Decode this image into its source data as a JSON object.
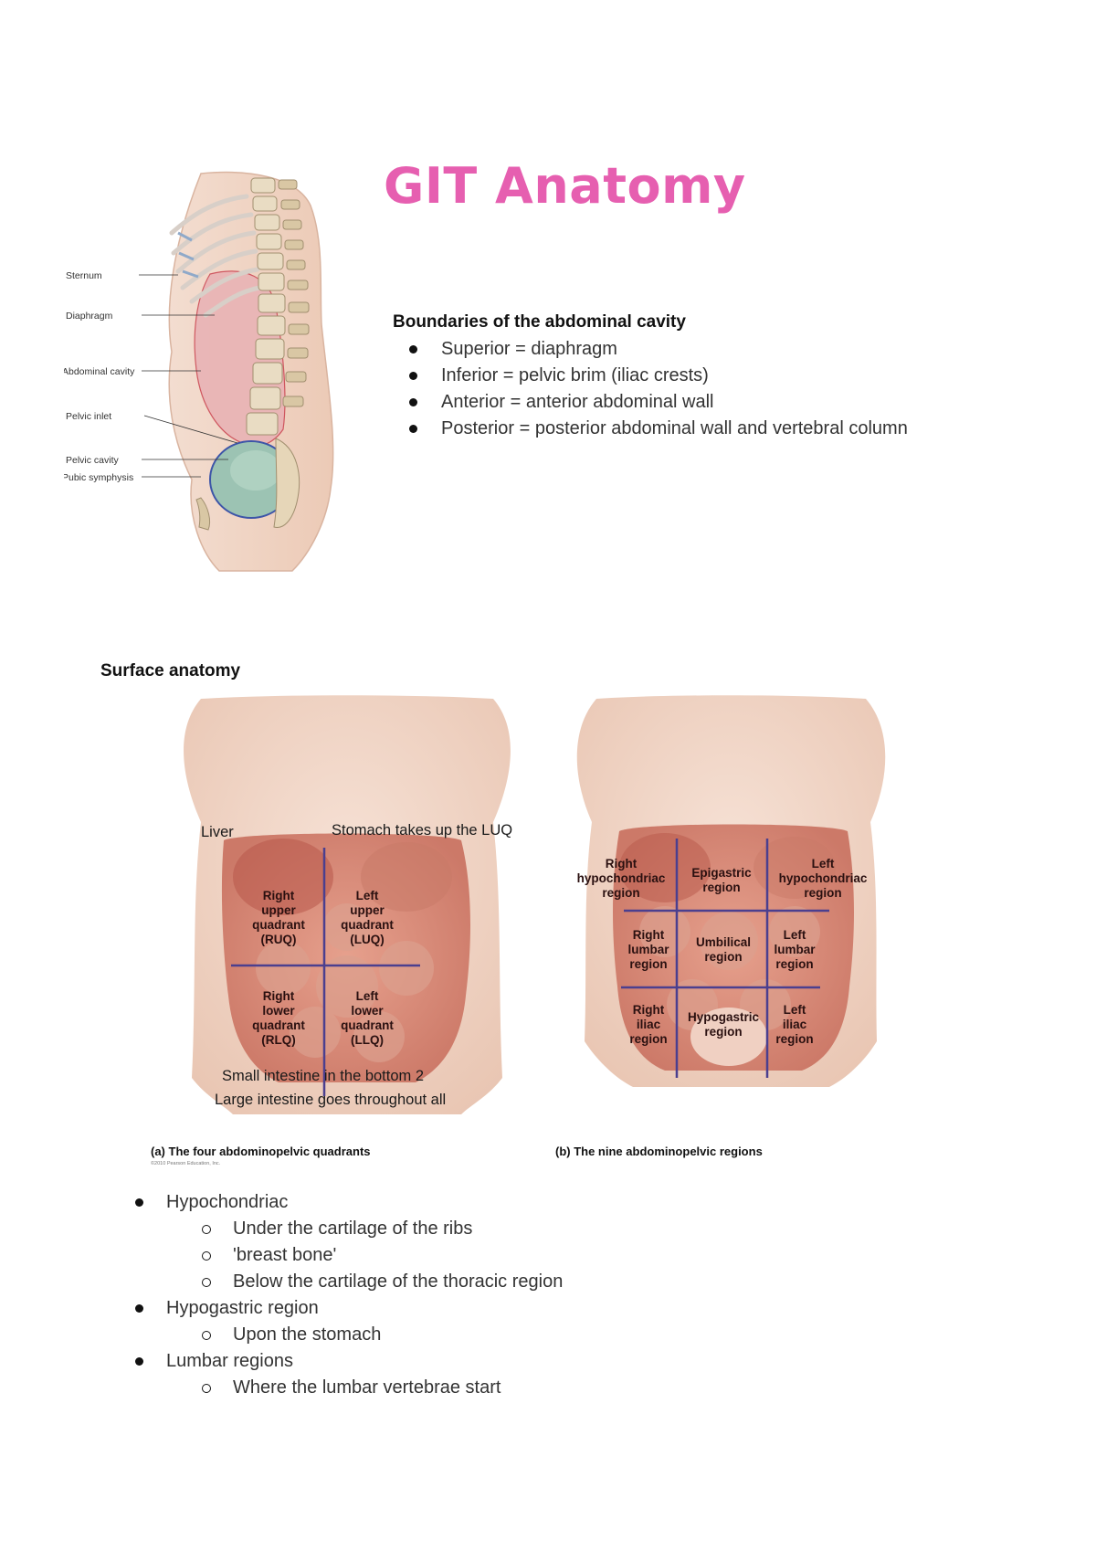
{
  "title": "GIT Anatomy",
  "boundaries": {
    "heading": "Boundaries of the abdominal cavity",
    "items": [
      "Superior = diaphragm",
      "Inferior = pelvic brim (iliac crests)",
      "Anterior = anterior abdominal wall",
      "Posterior = posterior abdominal wall and vertebral column"
    ]
  },
  "lateral_figure": {
    "labels": [
      "Sternum",
      "Diaphragm",
      "Abdominal cavity",
      "Pelvic inlet",
      "Pelvic cavity",
      "Pubic symphysis"
    ]
  },
  "surface": {
    "heading": "Surface anatomy",
    "quadrants": {
      "ruq": [
        "Right",
        "upper",
        "quadrant",
        "(RUQ)"
      ],
      "luq": [
        "Left",
        "upper",
        "quadrant",
        "(LUQ)"
      ],
      "rlq": [
        "Right",
        "lower",
        "quadrant",
        "(RLQ)"
      ],
      "llq": [
        "Left",
        "lower",
        "quadrant",
        "(LLQ)"
      ]
    },
    "annotations": {
      "liver": "Liver",
      "stomach": "Stomach takes up the LUQ",
      "small": "Small intestine in the bottom 2",
      "large": "Large intestine goes throughout all"
    },
    "caption_a": "(a) The four abdominopelvic quadrants",
    "copyright": "©2010 Pearson Education, Inc.",
    "regions": {
      "r_hypo": [
        "Right",
        "hypochondriac",
        "region"
      ],
      "epi": [
        "Epigastric",
        "region"
      ],
      "l_hypo": [
        "Left",
        "hypochondriac",
        "region"
      ],
      "r_lumbar": [
        "Right",
        "lumbar",
        "region"
      ],
      "umb": [
        "Umbilical",
        "region"
      ],
      "l_lumbar": [
        "Left",
        "lumbar",
        "region"
      ],
      "r_iliac": [
        "Right",
        "iliac",
        "region"
      ],
      "hypog": [
        "Hypogastric",
        "region"
      ],
      "l_iliac": [
        "Left",
        "iliac",
        "region"
      ]
    },
    "caption_b": "(b) The nine abdominopelvic regions"
  },
  "notes": [
    {
      "label": "Hypochondriac",
      "sub": [
        "Under the cartilage of the ribs",
        "'breast bone'",
        "Below the cartilage of the thoracic region"
      ]
    },
    {
      "label": "Hypogastric region",
      "sub": [
        "Upon the stomach"
      ]
    },
    {
      "label": "Lumbar regions",
      "sub": [
        "Where the lumbar vertebrae start"
      ]
    }
  ],
  "colors": {
    "title": "#e65fb0",
    "grid_lines": "#4b3f8f",
    "skin": "#f1d6c6"
  }
}
